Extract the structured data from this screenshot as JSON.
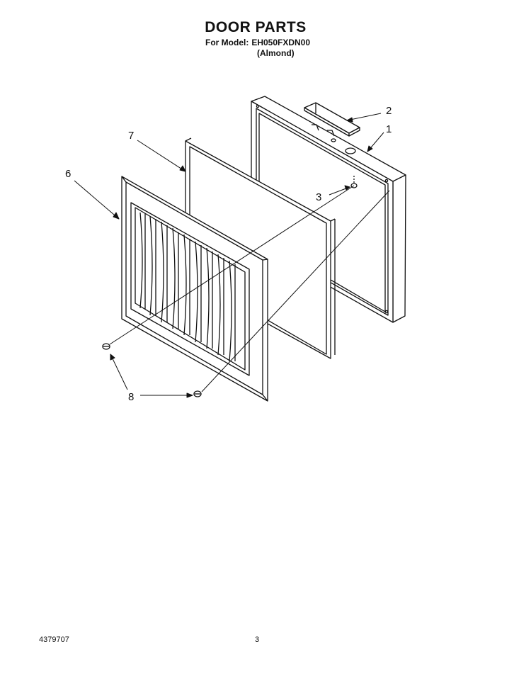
{
  "header": {
    "title": "DOOR PARTS",
    "model_label": "For Model:",
    "model_number": "EH050FXDN00",
    "color": "(Almond)"
  },
  "callouts": {
    "c1": "1",
    "c2": "2",
    "c3": "3",
    "c6": "6",
    "c7": "7",
    "c8": "8"
  },
  "footer": {
    "doc_number": "4379707",
    "page_number": "3"
  }
}
